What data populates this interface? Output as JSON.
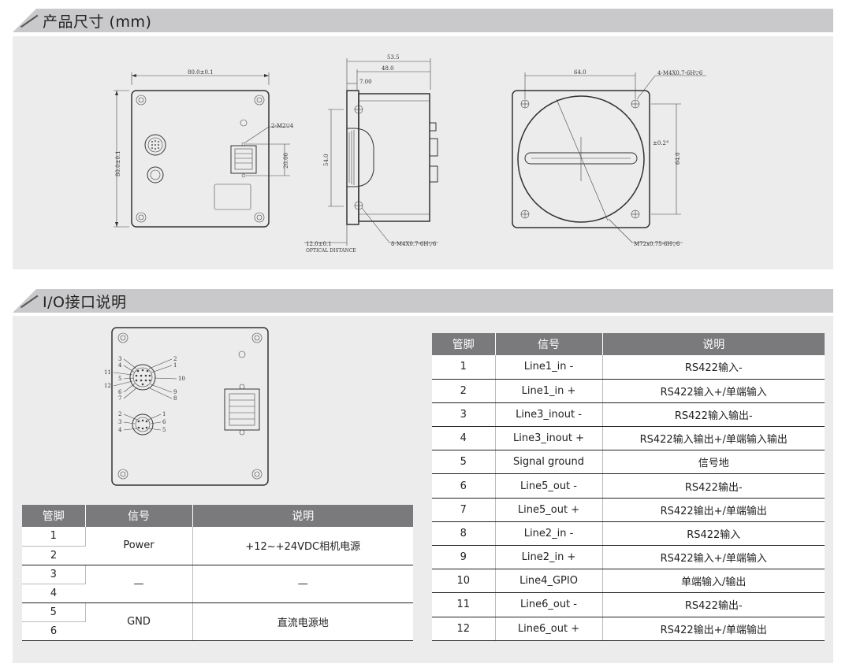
{
  "sections": {
    "dimensions_title": "产品尺寸 (mm)",
    "io_title": "I/O接口说明"
  },
  "drawing": {
    "front": {
      "width": "80.0±0.1",
      "height": "80.0±0.1",
      "screw": "2-M2▽4",
      "rj45_spacing": "20.00"
    },
    "side": {
      "total": "53.5",
      "body": "48.0",
      "flange": "7.00",
      "height": "54.0",
      "optical": "12.0±0.1",
      "optical_label": "OPTICAL DISTANCE",
      "screws": "8-M4X0.7-6H▽6"
    },
    "rear": {
      "hole_spacing": "64.0",
      "screws": "4-M4X0.7-6H▽6",
      "tilt": "±0.2°",
      "vertical": "64.0",
      "mount": "M72x0.75-6H▽6"
    },
    "io_panel": {
      "big_pins_left": [
        "3",
        "4",
        "11",
        "5",
        "12",
        "6",
        "7"
      ],
      "big_pins_right": [
        "2",
        "1",
        "10",
        "9",
        "8"
      ],
      "small_pins_left": [
        "2",
        "3",
        "4"
      ],
      "small_pins_right": [
        "1",
        "6",
        "5"
      ]
    }
  },
  "power_table": {
    "headers": [
      "管脚",
      "信号",
      "说明"
    ],
    "pins": [
      "1",
      "2",
      "3",
      "4",
      "5",
      "6"
    ],
    "groups": [
      {
        "signal": "Power",
        "desc": "+12~+24VDC相机电源"
      },
      {
        "signal": "—",
        "desc": "—"
      },
      {
        "signal": "GND",
        "desc": "直流电源地"
      }
    ]
  },
  "io_table": {
    "headers": [
      "管脚",
      "信号",
      "说明"
    ],
    "rows": [
      {
        "pin": "1",
        "signal": "Line1_in -",
        "desc": "RS422输入-"
      },
      {
        "pin": "2",
        "signal": "Line1_in +",
        "desc": "RS422输入+/单端输入"
      },
      {
        "pin": "3",
        "signal": "Line3_inout -",
        "desc": "RS422输入输出-"
      },
      {
        "pin": "4",
        "signal": "Line3_inout +",
        "desc": "RS422输入输出+/单端输入输出"
      },
      {
        "pin": "5",
        "signal": "Signal ground",
        "desc": "信号地"
      },
      {
        "pin": "6",
        "signal": "Line5_out -",
        "desc": "RS422输出-"
      },
      {
        "pin": "7",
        "signal": "Line5_out +",
        "desc": "RS422输出+/单端输出"
      },
      {
        "pin": "8",
        "signal": "Line2_in -",
        "desc": "RS422输入"
      },
      {
        "pin": "9",
        "signal": "Line2_in +",
        "desc": "RS422输入+/单端输入"
      },
      {
        "pin": "10",
        "signal": "Line4_GPIO",
        "desc": "单端输入/输出"
      },
      {
        "pin": "11",
        "signal": "Line6_out -",
        "desc": "RS422输出-"
      },
      {
        "pin": "12",
        "signal": "Line6_out +",
        "desc": "RS422输出+/单端输出"
      }
    ]
  }
}
